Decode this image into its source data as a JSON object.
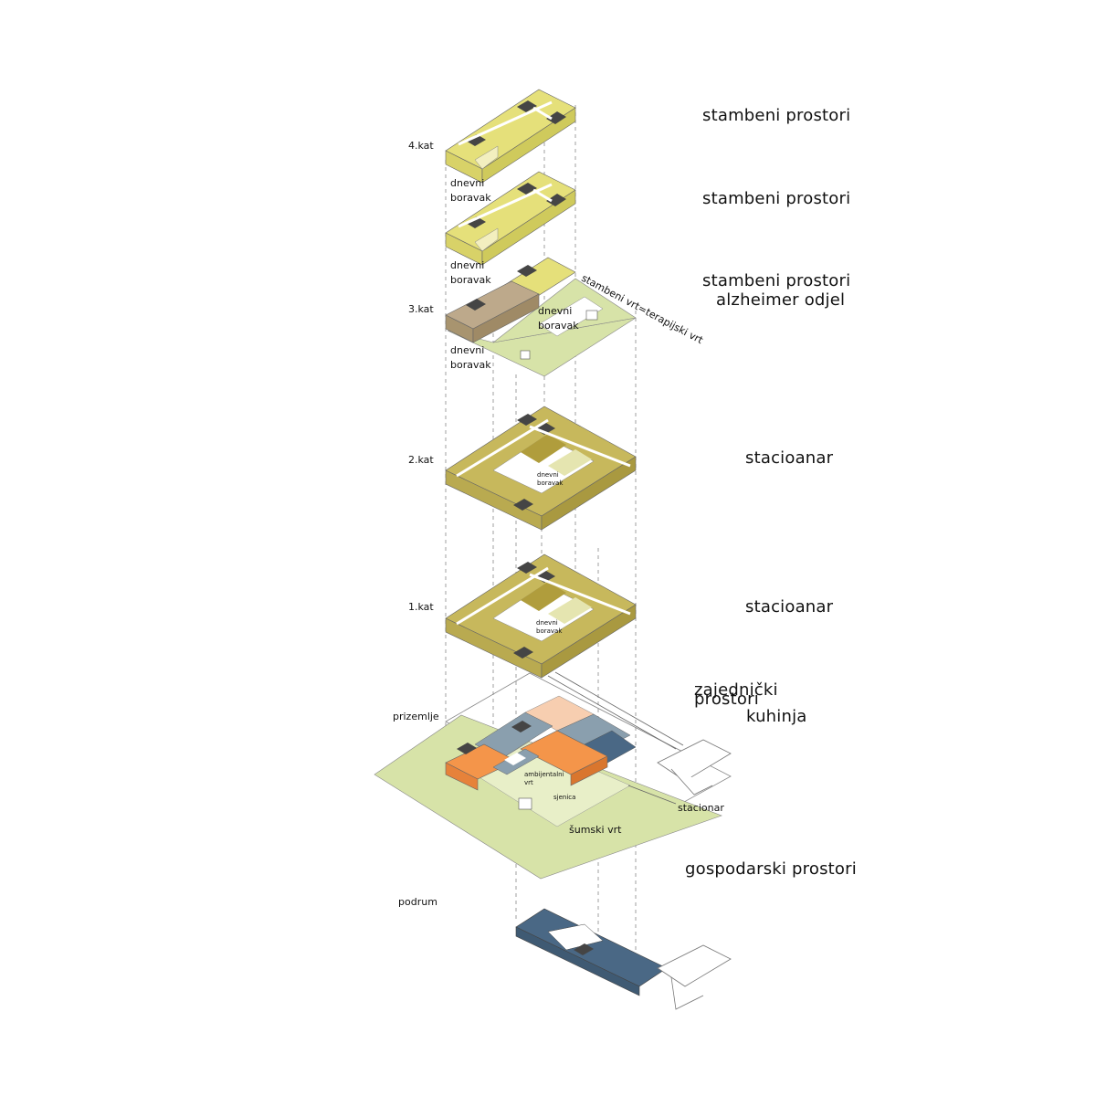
{
  "floors": {
    "kat4": "4.kat",
    "kat3": "3.kat",
    "kat2": "2.kat",
    "kat1": "1.kat",
    "prizemlje": "prizemlje",
    "podrum": "podrum"
  },
  "functions": {
    "stambeni_1": "stambeni prostori",
    "stambeni_2": "stambeni prostori",
    "stambeni_3": "stambeni prostori",
    "alzheimer": "alzheimer odjel",
    "stacioanar_2": "stacioanar",
    "stacioanar_1": "stacioanar",
    "zajednicki": "zajednički",
    "prostori": "prostori",
    "kuhinja": "kuhinja",
    "gospodarski": "gospodarski prostori"
  },
  "annotations": {
    "dnevni_4": "dnevni\nboravak",
    "dnevni_3a": "dnevni\nboravak",
    "dnevni_3b": "dnevni\nboravak",
    "dnevni_3c": "dnevni\nboravak",
    "dnevni_2": "dnevni\nboravak",
    "dnevni_1": "dnevni\nboravak",
    "vrt_terapijski": "stambeni vrt=terapijski vrt",
    "ambijentalni": "ambijentalni\nvrt",
    "sjenica": "sjenica",
    "sumski_vrt": "šumski vrt",
    "stacionar": "stacionar"
  },
  "colors": {
    "residential": "#e5e07a",
    "residential_pale": "#f3efbf",
    "alzheimer": "#bda98b",
    "stationary": "#c7b85c",
    "stationary_dark": "#b09d3c",
    "garden": "#d7e3a8",
    "kitchen": "#f4954a",
    "kitchen_light": "#f7ceb0",
    "common": "#8a9fae",
    "service": "#4a6885",
    "core": "#454545"
  }
}
